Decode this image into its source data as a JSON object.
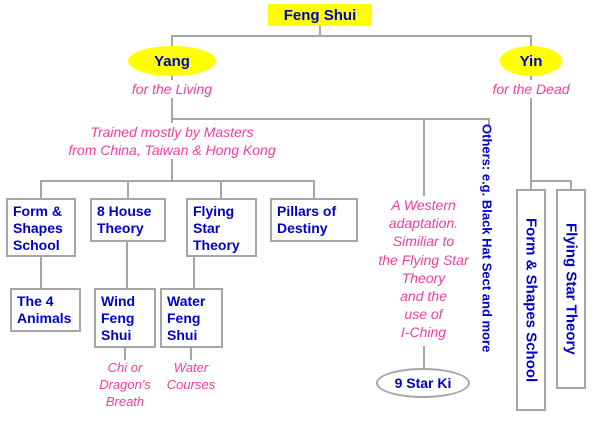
{
  "colors": {
    "node_yellow": "#ffff00",
    "text_blue": "#0000cc",
    "note_pink": "#ee3f9e",
    "line_gray": "#a6a6a6"
  },
  "root_label": "Feng Shui",
  "yang": {
    "label": "Yang",
    "subtitle": "for the Living",
    "masters_note": "Trained mostly by Masters\nfrom China, Taiwan & Hong Kong",
    "schools": [
      {
        "label": "Form &\nShapes\nSchool"
      },
      {
        "label": "8 House\nTheory"
      },
      {
        "label": "Flying\nStar\nTheory"
      },
      {
        "label": "Pillars of\nDestiny"
      }
    ],
    "sub_schools": [
      {
        "label": "The 4\nAnimals"
      },
      {
        "label": "Wind\nFeng\nShui",
        "note": "Chi or\nDragon's\nBreath"
      },
      {
        "label": "Water\nFeng\nShui",
        "note": "Water\nCourses"
      }
    ]
  },
  "western": {
    "description": "A Western\nadaptation.\nSimiliar to\nthe Flying Star\nTheory\nand the\nuse of\nI-Ching",
    "result_label": "9 Star Ki"
  },
  "others_note": "Others:  e.g. Black Hat Sect  and more",
  "yin": {
    "label": "Yin",
    "subtitle": "for the Dead",
    "schools": [
      {
        "label": "Form & Shapes School"
      },
      {
        "label": "Flying Star Theory"
      }
    ]
  }
}
